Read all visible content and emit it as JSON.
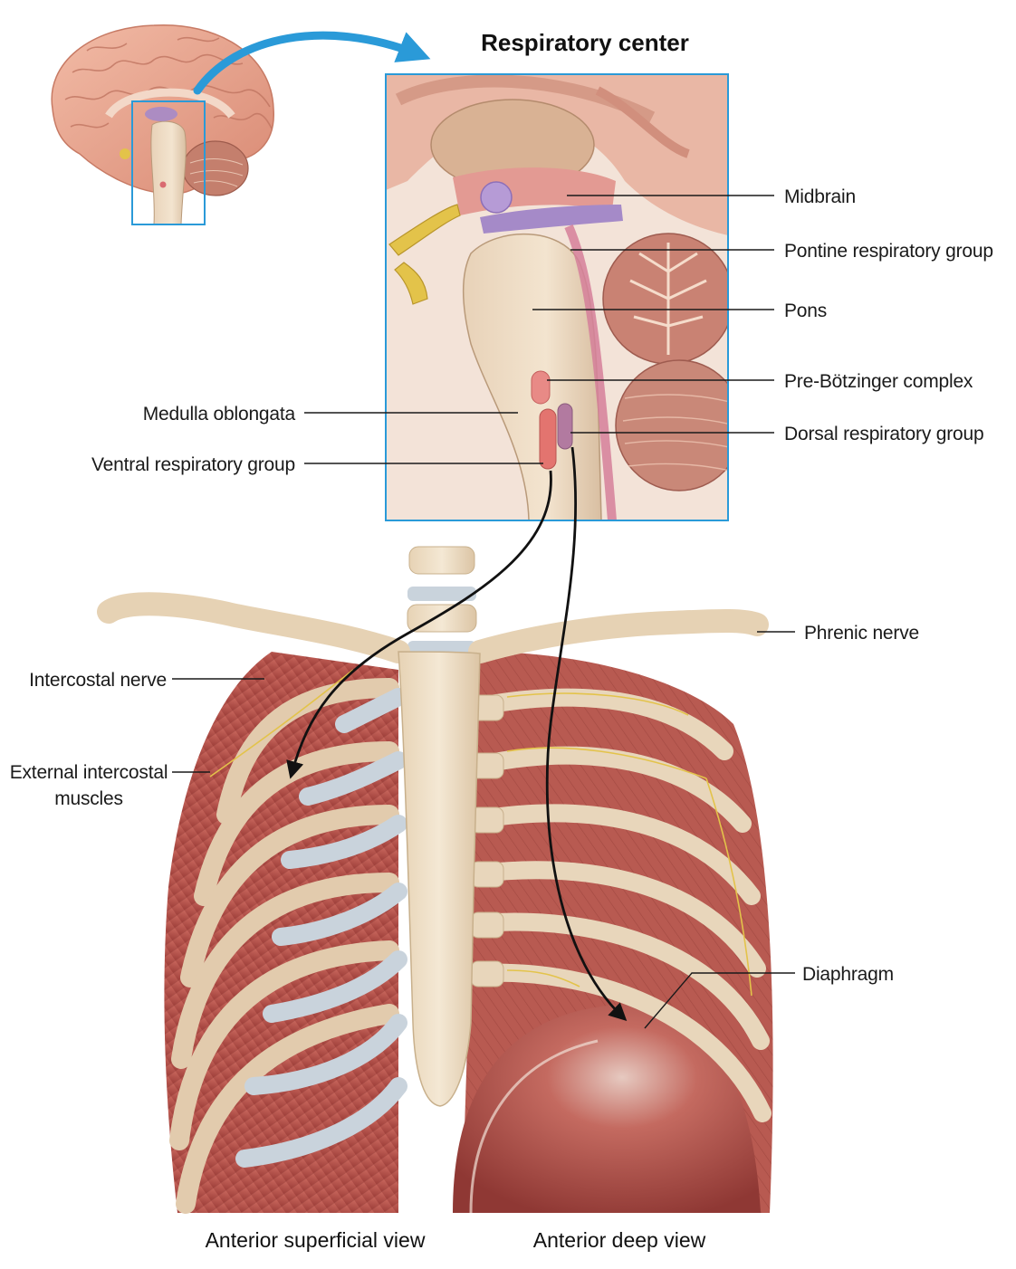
{
  "diagram": {
    "title": "Respiratory center",
    "labels": {
      "midbrain": "Midbrain",
      "pontine_respiratory_group": "Pontine respiratory group",
      "pons": "Pons",
      "pre_botzinger_complex": "Pre-Bötzinger complex",
      "dorsal_respiratory_group": "Dorsal respiratory group",
      "medulla_oblongata": "Medulla oblongata",
      "ventral_respiratory_group": "Ventral respiratory group",
      "phrenic_nerve": "Phrenic nerve",
      "intercostal_nerve": "Intercostal nerve",
      "external_intercostal_line1": "External intercostal",
      "external_intercostal_line2": "muscles",
      "diaphragm": "Diaphragm"
    },
    "captions": {
      "superficial": "Anterior superficial view",
      "deep": "Anterior deep view"
    },
    "colors": {
      "highlight_box": "#2a9ad8",
      "arrow_blue": "#2a9ad8",
      "brain_pink": "#e9a892",
      "muscle_red": "#b8534b",
      "bone": "#ecdcc2",
      "cartilage": "#c9d3dc",
      "nerve_yellow": "#e3c34a",
      "pathway_black": "#111111"
    },
    "icons": {
      "brain": "brain-illustration",
      "brainstem": "brainstem-illustration",
      "ribcage": "ribcage-illustration"
    }
  }
}
